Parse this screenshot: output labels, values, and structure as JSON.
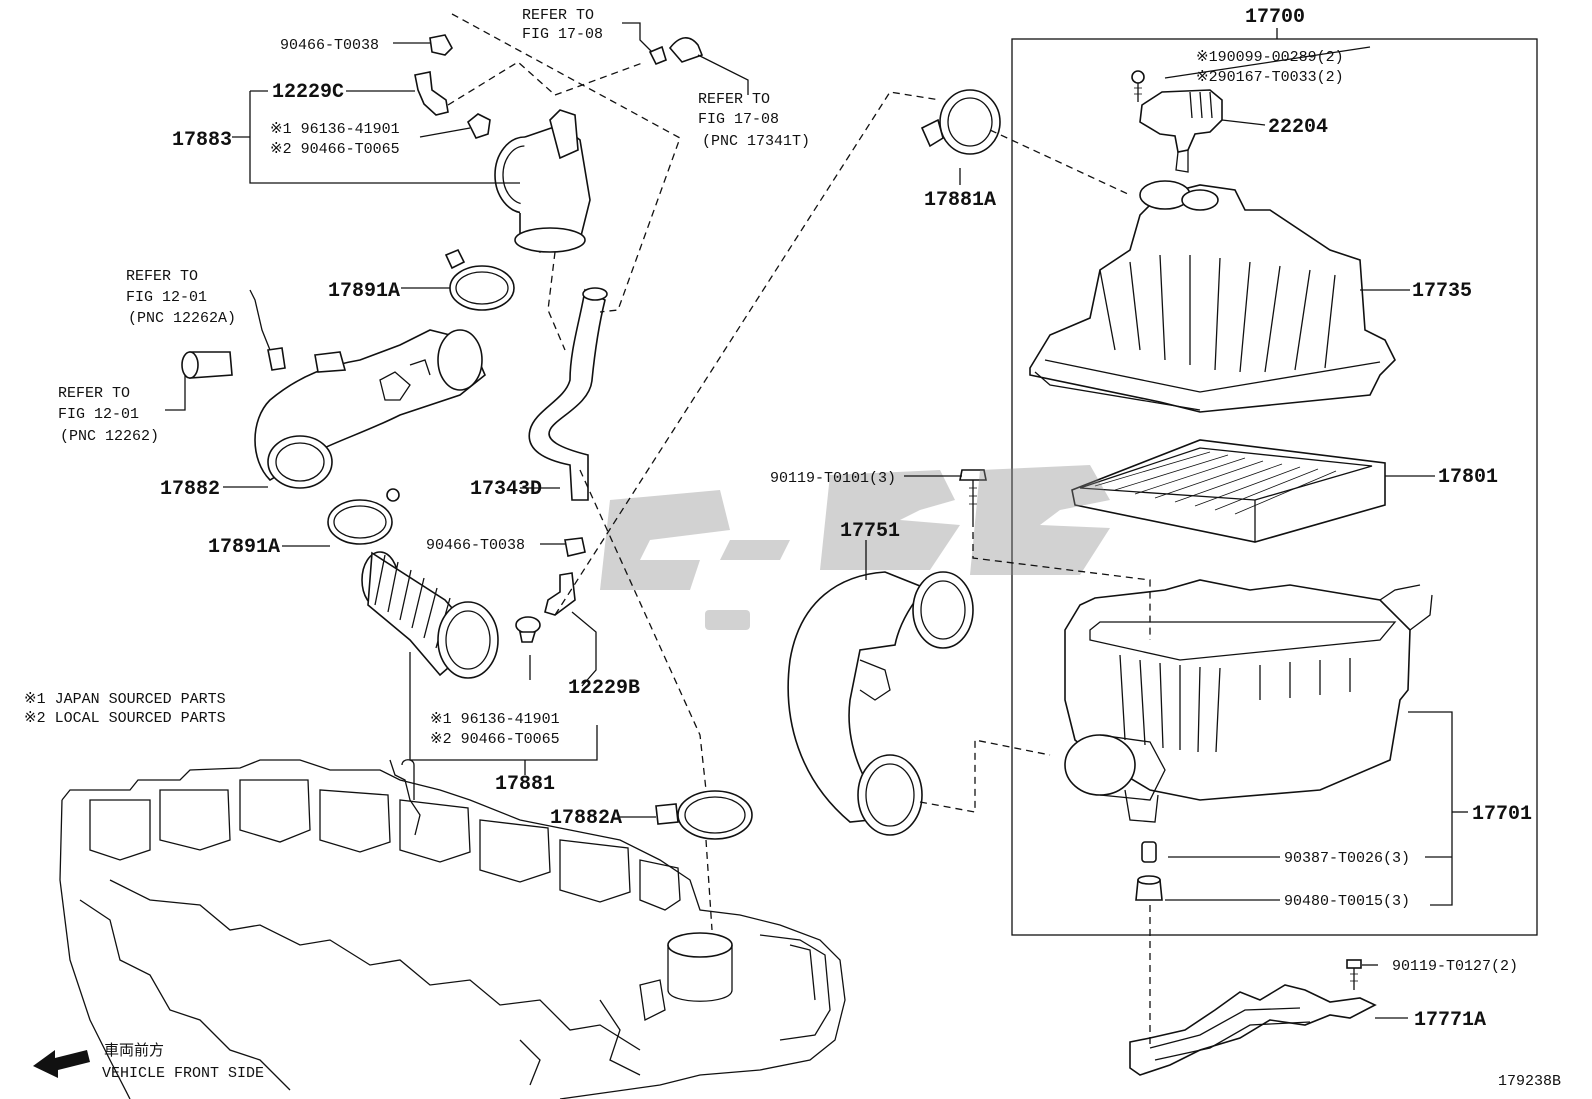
{
  "labels": {
    "p17700": "17700",
    "p190099": "※190099-00289(2)",
    "p290167": "※290167-T0033(2)",
    "p22204": "22204",
    "p17881A": "17881A",
    "p17735": "17735",
    "p17801": "17801",
    "p90119_T0101": "90119-T0101(3)",
    "p17751": "17751",
    "p17701": "17701",
    "p90387": "90387-T0026(3)",
    "p90480": "90480-T0015(3)",
    "p90119_T0127": "90119-T0127(2)",
    "p17771A": "17771A",
    "fig_code": "179238B",
    "p90466_T0038": "90466-T0038",
    "p12229C": "12229C",
    "p17883": "17883",
    "n1_96136_top": "※1 96136-41901",
    "n2_90466_top": "※2 90466-T0065",
    "refer_a1": "REFER TO",
    "refer_a2": "FIG 17-08",
    "refer_b1": "REFER TO",
    "refer_b2": "FIG 17-08",
    "refer_b3": "(PNC 17341T)",
    "refer_c1": "REFER TO",
    "refer_c2": "FIG 12-01",
    "refer_c3": "(PNC 12262A)",
    "p17891A": "17891A",
    "refer_d1": "REFER TO",
    "refer_d2": "FIG 12-01",
    "refer_d3": "(PNC 12262)",
    "p17882": "17882",
    "p17343D": "17343D",
    "p12229B": "12229B",
    "n1_96136_bottom": "※1 96136-41901",
    "n2_90466_bottom": "※2 90466-T0065",
    "p17881": "17881",
    "p17882A": "17882A",
    "note1": "※1 JAPAN SOURCED PARTS",
    "note2": "※2 LOCAL SOURCED PARTS",
    "front_jp": "車両前方",
    "front_en": "VEHICLE FRONT SIDE"
  }
}
